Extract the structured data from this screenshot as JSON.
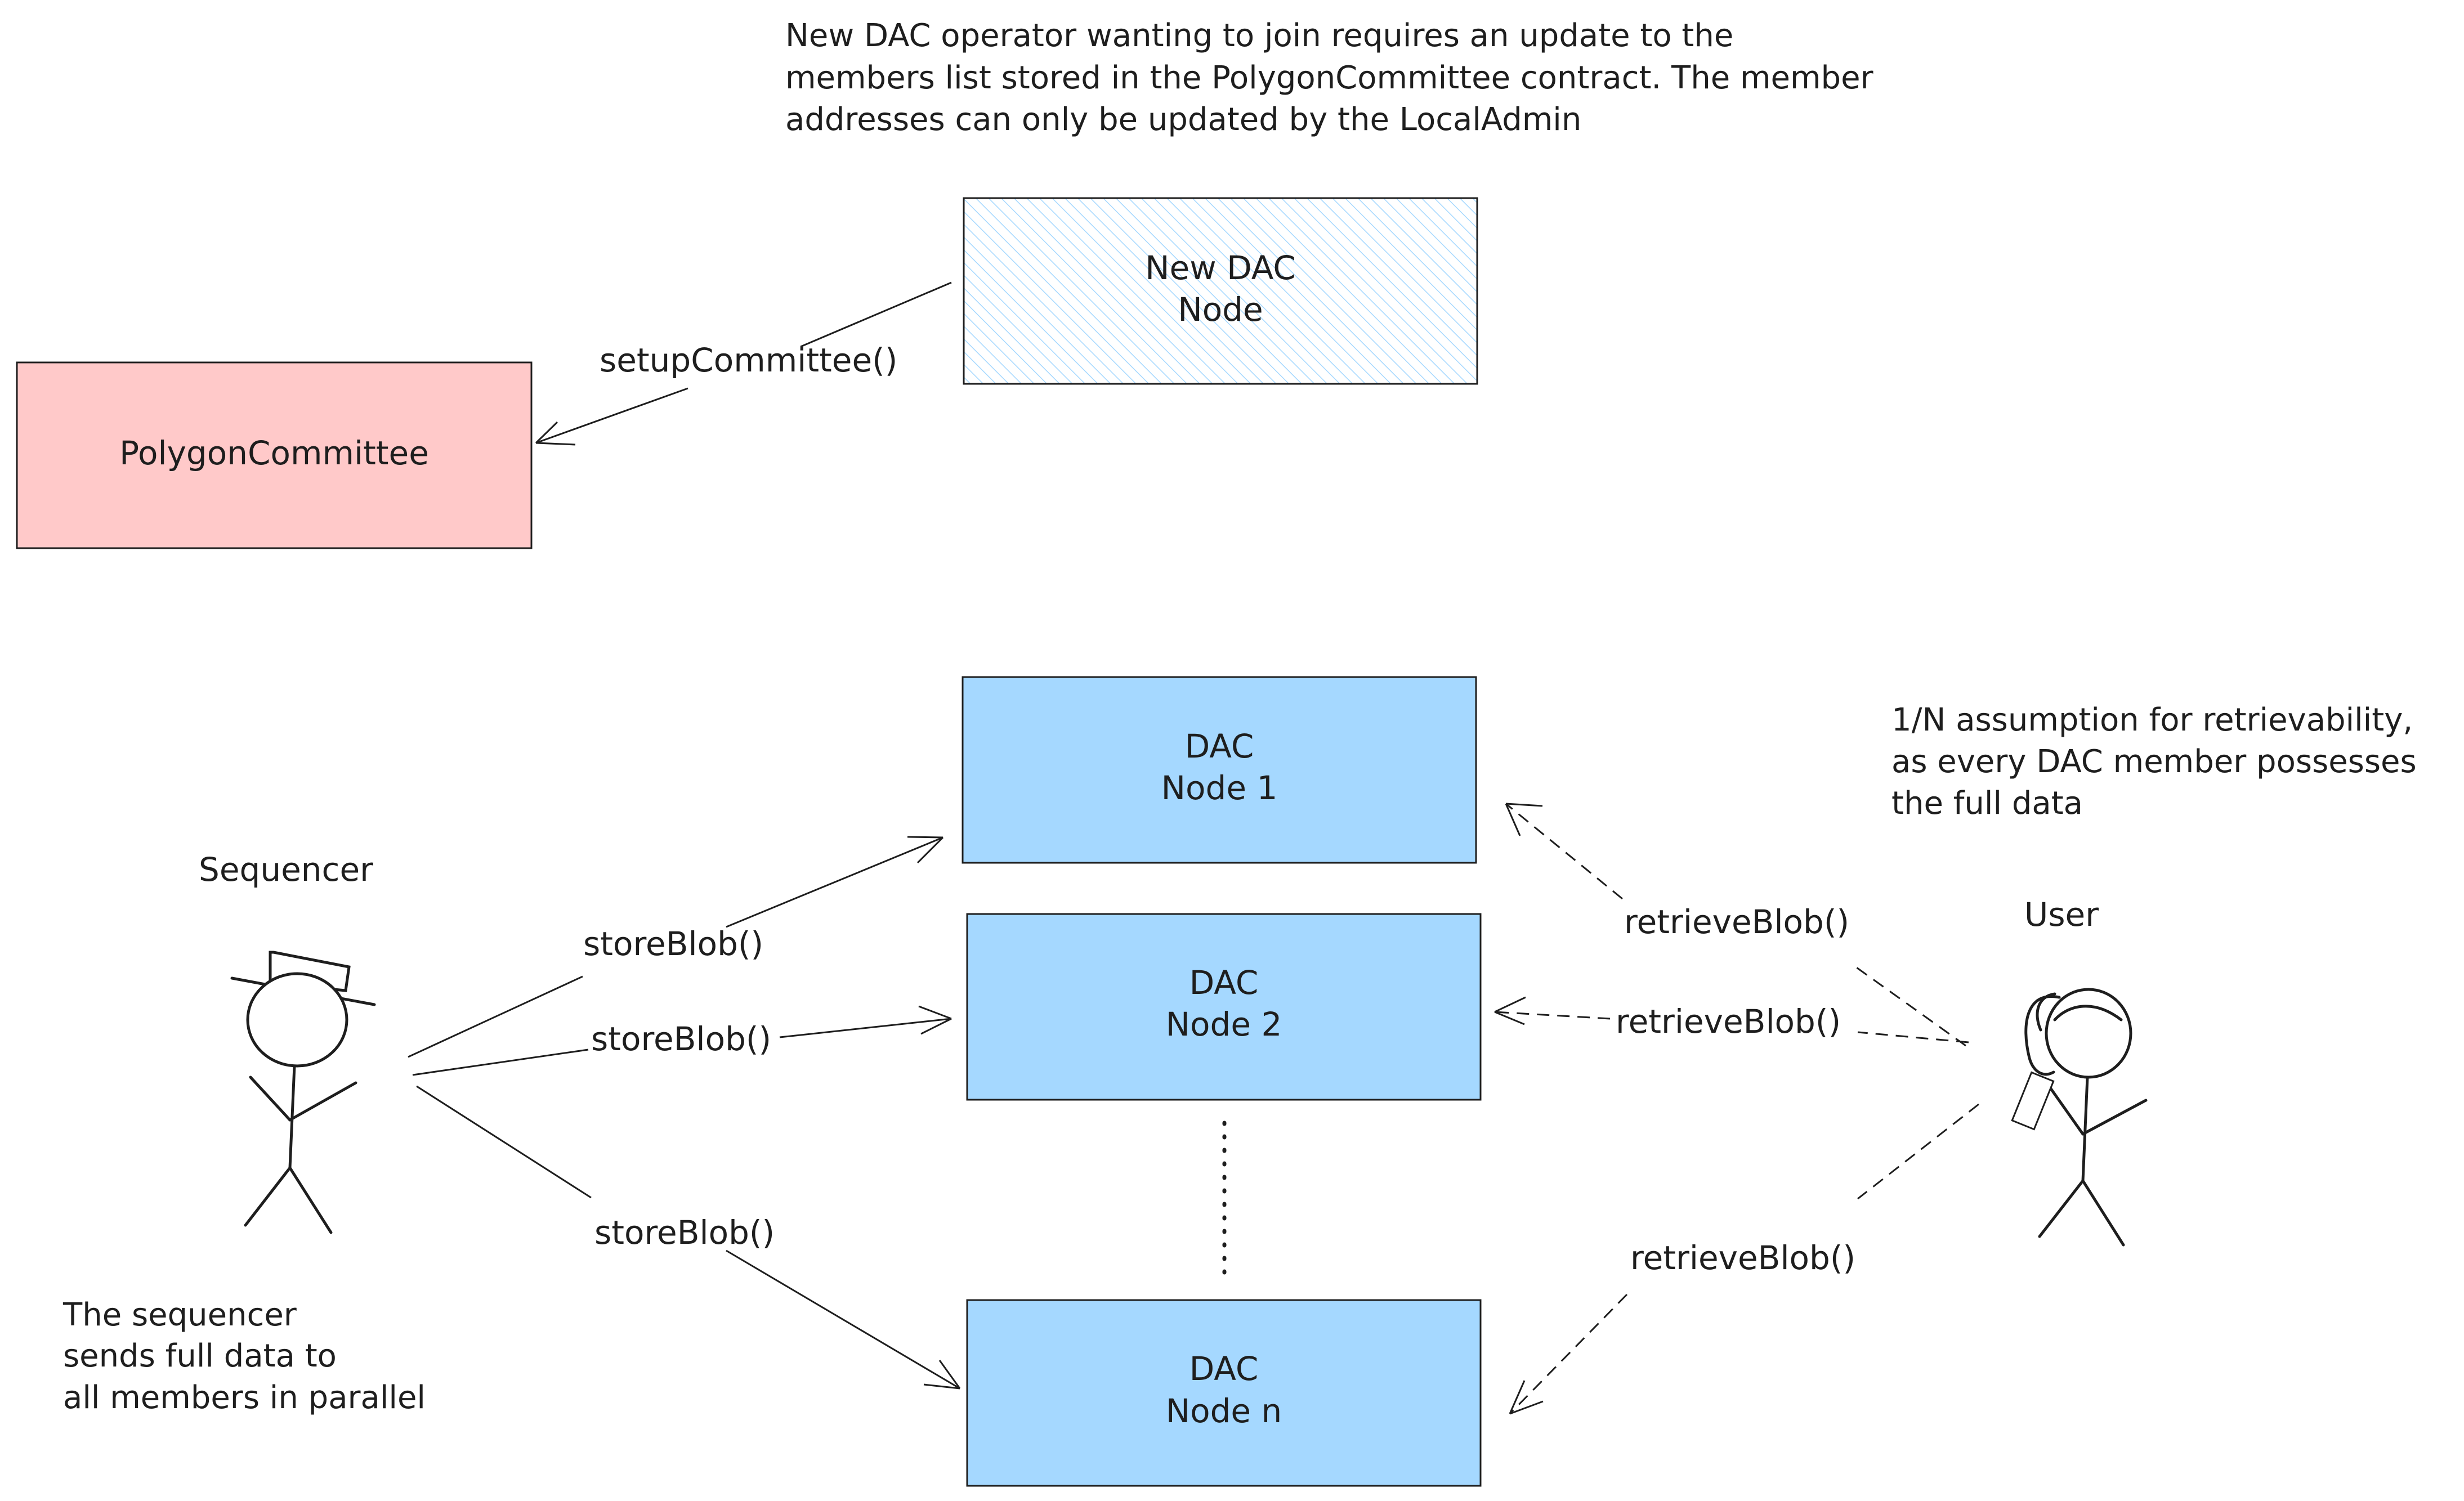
{
  "colors": {
    "polygon_committee_fill": "#ffc9c9",
    "dac_node_fill": "#a5d8ff",
    "new_dac_hatch": "#a5d8ff",
    "stroke": "#1e1e1e"
  },
  "top_note": [
    "New DAC operator wanting to join requires an update to the",
    "members list stored in the PolygonCommittee contract. The member",
    "addresses can only be updated by the LocalAdmin"
  ],
  "new_dac_node": {
    "line1": "New DAC",
    "line2": "Node"
  },
  "polygon_committee": {
    "label": "PolygonCommittee"
  },
  "setup_arrow_label": "setupCommittee()",
  "dac_nodes": [
    {
      "line1": "DAC",
      "line2": "Node 1"
    },
    {
      "line1": "DAC",
      "line2": "Node 2"
    },
    {
      "line1": "DAC",
      "line2": "Node n"
    }
  ],
  "sequencer": {
    "label": "Sequencer",
    "note": [
      "The sequencer",
      "sends full data to",
      "all members in parallel"
    ]
  },
  "store_labels": [
    "storeBlob()",
    "storeBlob()",
    "storeBlob()"
  ],
  "user": {
    "label": "User",
    "note": [
      "1/N assumption for retrievability,",
      "as every DAC member possesses",
      "the full data"
    ]
  },
  "retrieve_labels": [
    "retrieveBlob()",
    "retrieveBlob()",
    "retrieveBlob()"
  ],
  "icons": {
    "sequencer_figure": "stick-figure-with-hat-icon",
    "user_figure": "stick-figure-with-phone-icon",
    "ellipsis": "vertical-dots-icon"
  }
}
